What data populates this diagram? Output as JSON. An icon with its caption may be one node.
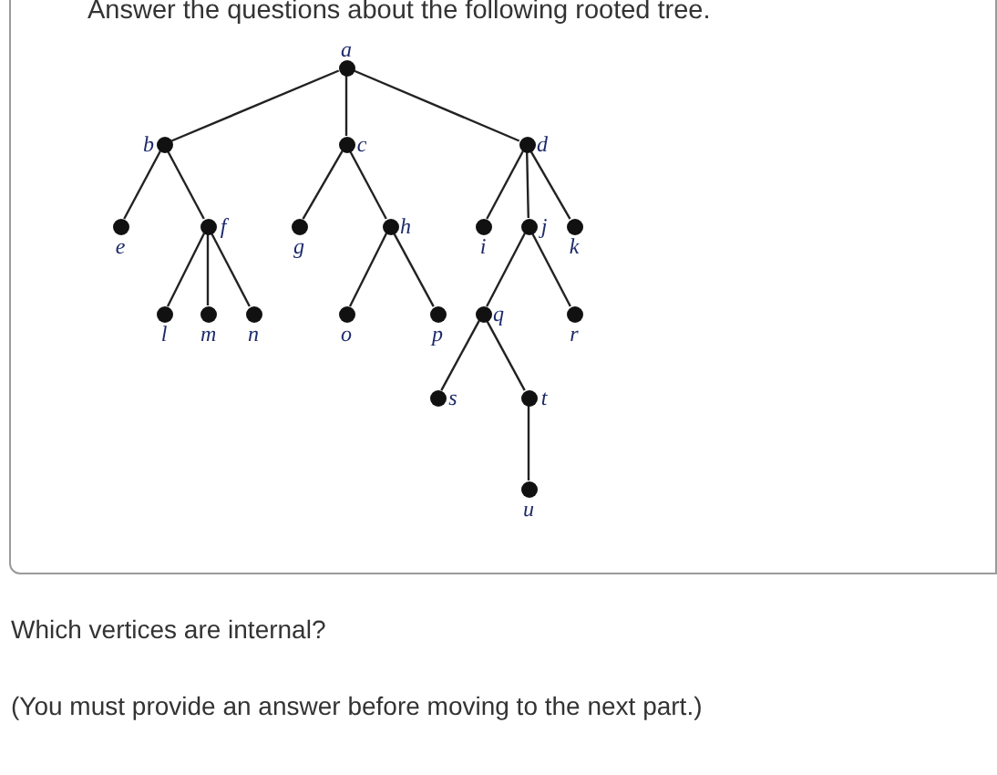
{
  "diagram": {
    "title": "Answer the questions about the following rooted tree.",
    "nodes": [
      {
        "text": [
          "a"
        ]
      },
      {
        "text": [
          "b"
        ]
      },
      {
        "text": [
          "c"
        ]
      },
      {
        "text": [
          "d"
        ]
      },
      {
        "text": [
          "e"
        ]
      },
      {
        "text": [
          "f"
        ]
      },
      {
        "text": [
          "g"
        ]
      },
      {
        "text": [
          "h"
        ]
      },
      {
        "text": [
          "i"
        ]
      },
      {
        "text": [
          "j"
        ]
      },
      {
        "text": [
          "k"
        ]
      },
      {
        "text": [
          "l"
        ]
      },
      {
        "text": [
          "m"
        ]
      },
      {
        "text": [
          "n"
        ]
      },
      {
        "text": [
          "o"
        ]
      },
      {
        "text": [
          "p"
        ]
      },
      {
        "text": [
          "q"
        ]
      },
      {
        "text": [
          "r"
        ]
      },
      {
        "text": [
          "s"
        ]
      },
      {
        "text": [
          "t"
        ]
      },
      {
        "text": [
          "u"
        ]
      }
    ],
    "edges": [
      {
        "from": 0,
        "to": 1,
        "arrow": "none"
      },
      {
        "from": 0,
        "to": 2,
        "arrow": "none"
      },
      {
        "from": 0,
        "to": 3,
        "arrow": "none"
      },
      {
        "from": 1,
        "to": 4,
        "arrow": "none"
      },
      {
        "from": 1,
        "to": 5,
        "arrow": "none"
      },
      {
        "from": 2,
        "to": 6,
        "arrow": "none"
      },
      {
        "from": 2,
        "to": 7,
        "arrow": "none"
      },
      {
        "from": 3,
        "to": 8,
        "arrow": "none"
      },
      {
        "from": 3,
        "to": 9,
        "arrow": "none"
      },
      {
        "from": 3,
        "to": 10,
        "arrow": "none"
      },
      {
        "from": 5,
        "to": 11,
        "arrow": "none"
      },
      {
        "from": 5,
        "to": 12,
        "arrow": "none"
      },
      {
        "from": 5,
        "to": 13,
        "arrow": "none"
      },
      {
        "from": 7,
        "to": 14,
        "arrow": "none"
      },
      {
        "from": 7,
        "to": 15,
        "arrow": "none"
      },
      {
        "from": 9,
        "to": 16,
        "arrow": "none"
      },
      {
        "from": 9,
        "to": 17,
        "arrow": "none"
      },
      {
        "from": 16,
        "to": 18,
        "arrow": "none"
      },
      {
        "from": 16,
        "to": 19,
        "arrow": "none"
      },
      {
        "from": 19,
        "to": 20,
        "arrow": "none"
      }
    ],
    "labels": [
      "Which vertices are internal?",
      "(You must provide an answer before moving to the next part.)"
    ]
  }
}
